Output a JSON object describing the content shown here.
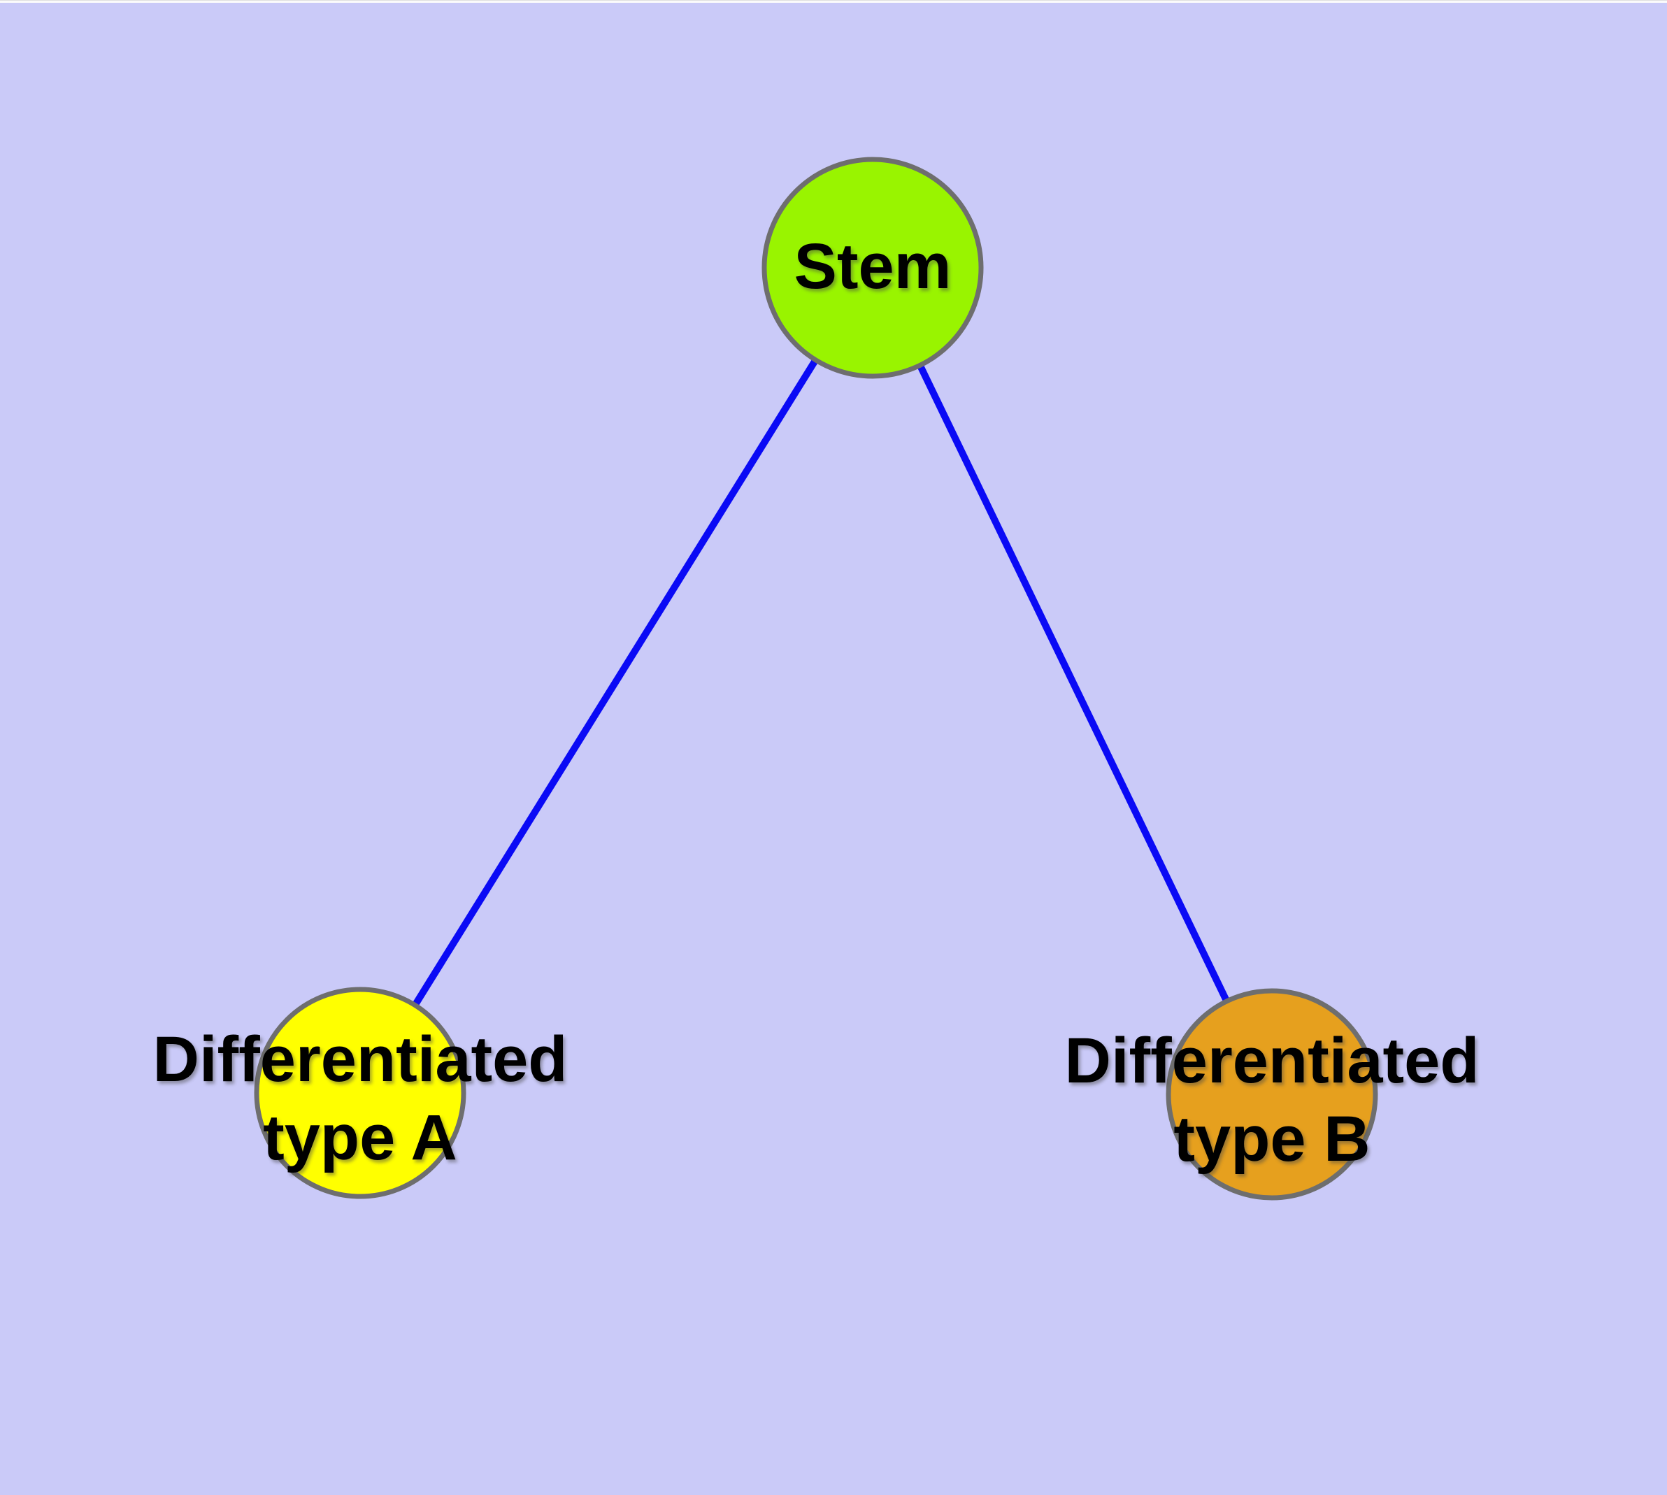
{
  "diagram": {
    "type": "node-link-graph",
    "description": "Cell differentiation graph: a stem node with edges to two differentiated cell type nodes",
    "nodes": [
      {
        "id": "stem",
        "label": "Stem",
        "fill": "#99F400"
      },
      {
        "id": "type-a",
        "label": "Differentiated\ntype A",
        "fill": "#FFFF00"
      },
      {
        "id": "type-b",
        "label": "Differentiated\ntype B",
        "fill": "#E6A01E"
      }
    ],
    "edges": [
      {
        "from": "stem",
        "to": "type-a"
      },
      {
        "from": "stem",
        "to": "type-b"
      }
    ],
    "colors": {
      "background": "#CACAF8",
      "edge": "#0A0AF5",
      "node_border": "#6E6E6E",
      "label_text": "#000000"
    }
  }
}
